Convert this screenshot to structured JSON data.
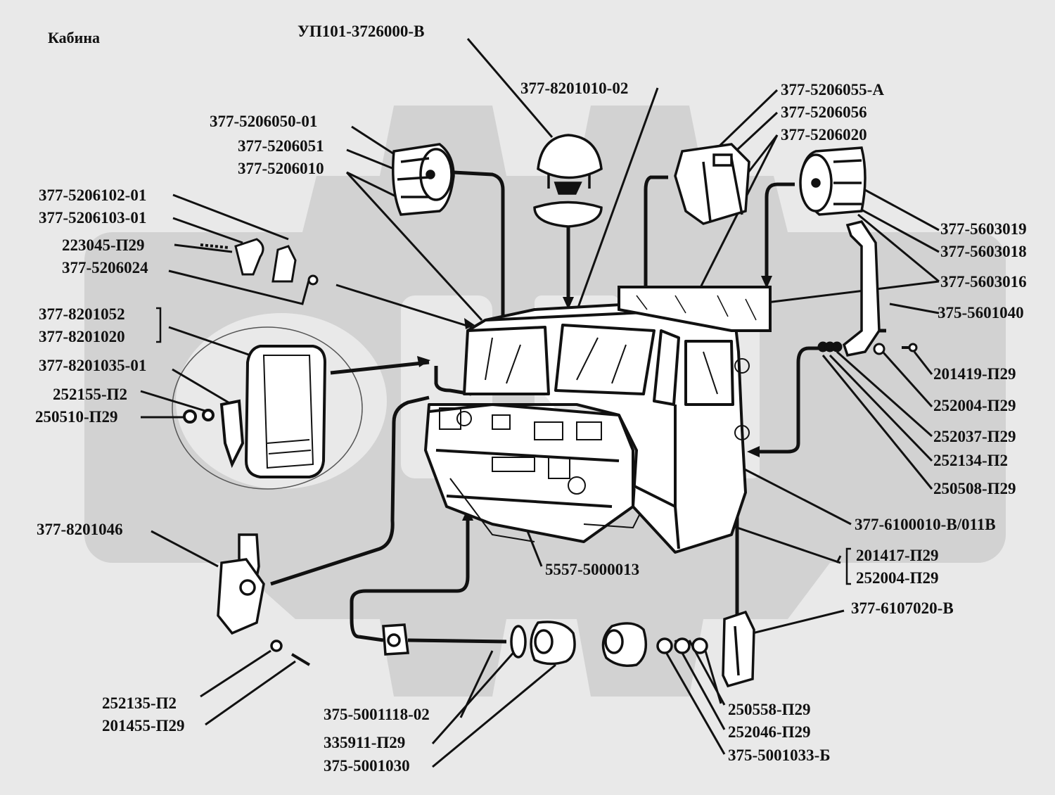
{
  "title": "Кабина",
  "labels": {
    "up101": "УП101-3726000-В",
    "l_8201010_02": "377-8201010-02",
    "l_5206055a": "377-5206055-А",
    "l_5206056": "377-5206056",
    "l_5206020": "377-5206020",
    "l_5206050_01": "377-5206050-01",
    "l_5206051": "377-5206051",
    "l_5206010": "377-5206010",
    "l_5206102_01": "377-5206102-01",
    "l_5206103_01": "377-5206103-01",
    "l_223045": "223045-П29",
    "l_5206024": "377-5206024",
    "l_8201052": "377-8201052",
    "l_8201020": "377-8201020",
    "l_8201035_01": "377-8201035-01",
    "l_252155": "252155-П2",
    "l_250510": "250510-П29",
    "l_8201046": "377-8201046",
    "l_252135": "252135-П2",
    "l_201455": "201455-П29",
    "l_5001118_02": "375-5001118-02",
    "l_335911": "335911-П29",
    "l_5001030": "375-5001030",
    "l_5557": "5557-5000013",
    "l_250558": "250558-П29",
    "l_252046": "252046-П29",
    "l_5001033b": "375-5001033-Б",
    "l_6107020v": "377-6107020-В",
    "l_201417": "201417-П29",
    "l_252004b": "252004-П29",
    "l_6100010": "377-6100010-В/011В",
    "l_250508": "250508-П29",
    "l_252134": "252134-П2",
    "l_252037": "252037-П29",
    "l_252004a": "252004-П29",
    "l_201419": "201419-П29",
    "l_5601040": "375-5601040",
    "l_5603016": "377-5603016",
    "l_5603018": "377-5603018",
    "l_5603019": "377-5603019"
  },
  "colors": {
    "background": "#e9e9e9",
    "watermark": "#d2d2d2",
    "ink": "#111111"
  }
}
